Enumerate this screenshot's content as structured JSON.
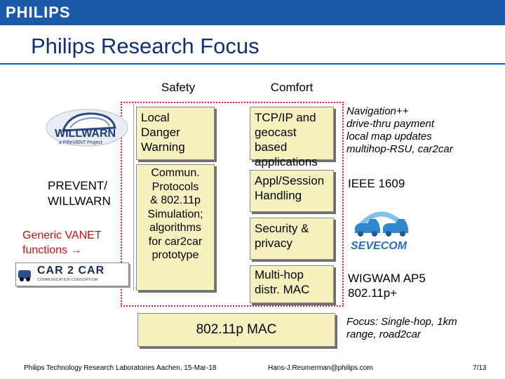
{
  "header": {
    "logo_text": "PHILIPS"
  },
  "title": "Philips Research Focus",
  "columns": {
    "safety": "Safety",
    "comfort": "Comfort"
  },
  "left_labels": {
    "willwarn_logo_text": "WILLWARN",
    "willwarn_logo_sub": "a PReVENT Project",
    "prevent": "PREVENT/\nWILLWARN",
    "generic": "Generic VANET\nfunctions →",
    "car2car_logo_text": "CAR 2 CAR",
    "car2car_logo_sub": "COMMUNICATION CONSORTIUM"
  },
  "boxes": {
    "local_danger": "Local\nDanger\nWarning",
    "commun": "Commun.\nProtocols\n& 802.11p\nSimulation;\nalgorithms\nfor car2car\nprototype",
    "tcpip": "TCP/IP and\ngeocast based\napplications",
    "appl_session": "Appl/Session\nHandling",
    "security": "Security &\nprivacy",
    "multihop": "Multi-hop\ndistr. MAC",
    "mac80211p": "802.11p MAC"
  },
  "right_labels": {
    "navigation": "Navigation++\ndrive-thru payment\nlocal map updates\nmultihop-RSU, car2car",
    "ieee": "IEEE 1609",
    "sevecom_logo_text": "SEVECOM",
    "wigwam": "WIGWAM AP5\n802.11p+",
    "focus": "Focus: Single-hop, 1km\nrange, road2car"
  },
  "footer": {
    "left": "Philips Technology Research Laboratories Aachen, 15-Mar-18",
    "email": "Hans-J.Reumerman@philips.com",
    "page": "7/13"
  },
  "colors": {
    "brand_blue": "#1a5aa8",
    "box_fill": "#f7f1c0",
    "frame_red": "#e02030",
    "generic_red": "#cc1111"
  }
}
